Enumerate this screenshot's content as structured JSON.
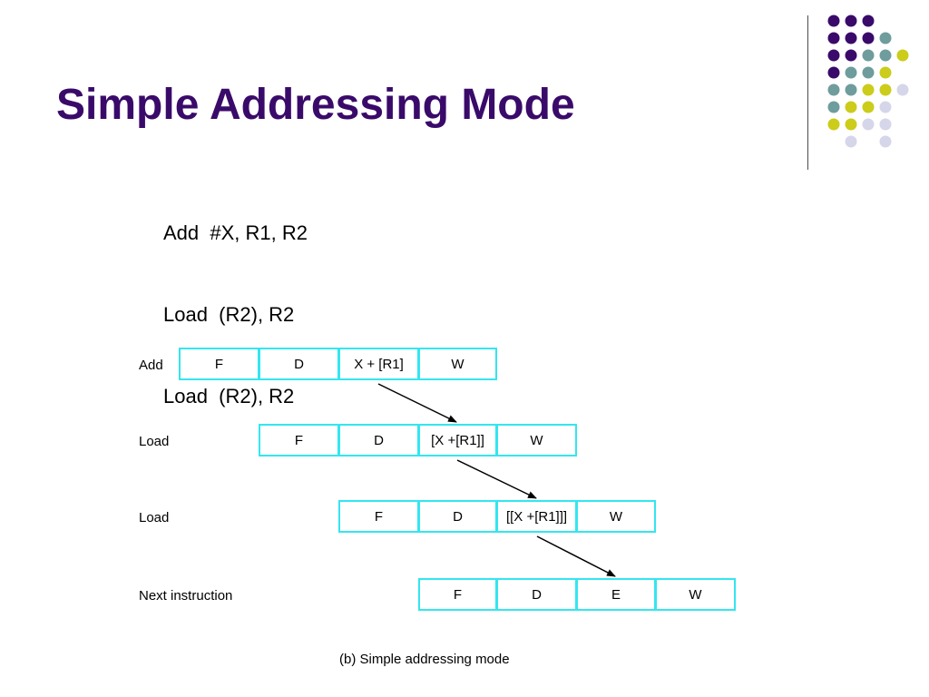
{
  "slide": {
    "title": "Simple Addressing Mode",
    "instructions": [
      "Add  #X, R1, R2",
      "Load  (R2), R2",
      "Load  (R2), R2"
    ],
    "caption": "(b) Simple addressing mode"
  },
  "pipeline": {
    "rows": [
      {
        "label": "Add",
        "stages": [
          "F",
          "D",
          "X + [R1]",
          "W"
        ]
      },
      {
        "label": "Load",
        "stages": [
          "F",
          "D",
          "[X +[R1]]",
          "W"
        ]
      },
      {
        "label": "Load",
        "stages": [
          "F",
          "D",
          "[[X +[R1]]]",
          "W"
        ]
      },
      {
        "label": "Next instruction",
        "stages": [
          "F",
          "D",
          "E",
          "W"
        ]
      }
    ]
  },
  "colors": {
    "title": "#3a0a6a",
    "cell_border": "#33e6f0",
    "dot_purple": "#3a0a6a",
    "dot_teal": "#6f9c9c",
    "dot_yellow": "#cccc1a",
    "dot_lavender": "#d6d6ea"
  }
}
